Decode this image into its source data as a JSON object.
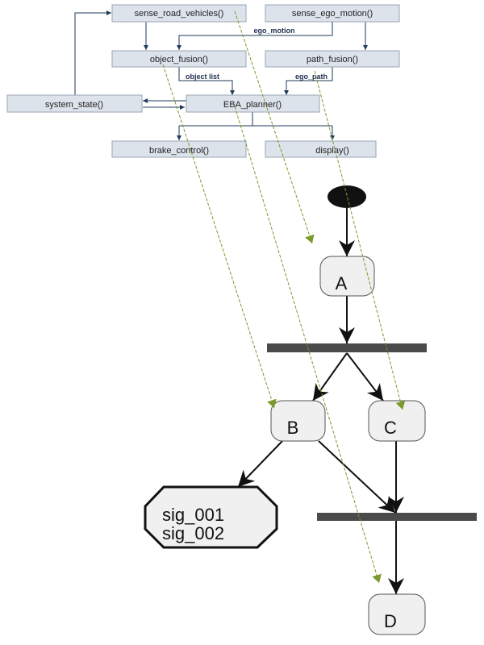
{
  "colors": {
    "box_fill": "#dde3eb",
    "box_stroke": "#9aa6b4",
    "connector": "#1f3a5a",
    "activity_fill": "#f0f0f0",
    "bar": "#4a4a4a",
    "trace": "#7a9a2a",
    "initial": "#111111"
  },
  "architecture": {
    "sense_road_vehicles": "sense_road_vehicles()",
    "sense_ego_motion": "sense_ego_motion()",
    "object_fusion": "object_fusion()",
    "path_fusion": "path_fusion()",
    "system_state": "system_state()",
    "eba_planner": "EBA_planner()",
    "brake_control": "brake_control()",
    "display": "display()",
    "label_ego_motion": "ego_motion",
    "label_object_list": "object list",
    "label_ego_path": "ego_path"
  },
  "activity": {
    "node_a": "A",
    "node_b": "B",
    "node_c": "C",
    "node_d": "D",
    "signal_line_1": "sig_001",
    "signal_line_2": "sig_002"
  }
}
